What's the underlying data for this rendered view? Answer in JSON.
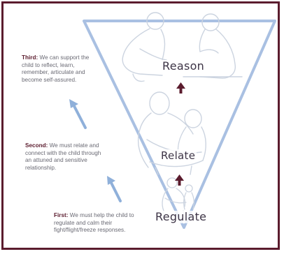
{
  "stages": {
    "reason": "Reason",
    "relate": "Relate",
    "regulate": "Regulate"
  },
  "notes": {
    "third": {
      "lead": "Third:",
      "text": "We can support the child to reflect, learn, remember, articulate and become self-assured."
    },
    "second": {
      "lead": "Second:",
      "text": "We must relate and connect with the child through an attuned and sensitive relationship."
    },
    "first": {
      "lead": "First:",
      "text": "We must help the child to regulate and calm their fight/flight/freeze responses."
    }
  },
  "colors": {
    "triangle_stroke": "#a9c0e2",
    "side_arrows": "#8fb0da",
    "center_arrows": "#5b1c2e",
    "frame": "#5b1c2e",
    "lead_text": "#5b1c2e",
    "body_text": "#6a6a74",
    "stage_text": "#3d3446",
    "figure_outline": "#ccd4e0"
  },
  "icons": [
    "up-arrow-icon",
    "reasoning-figures-icon",
    "embracing-figures-icon",
    "comforting-figures-icon"
  ]
}
